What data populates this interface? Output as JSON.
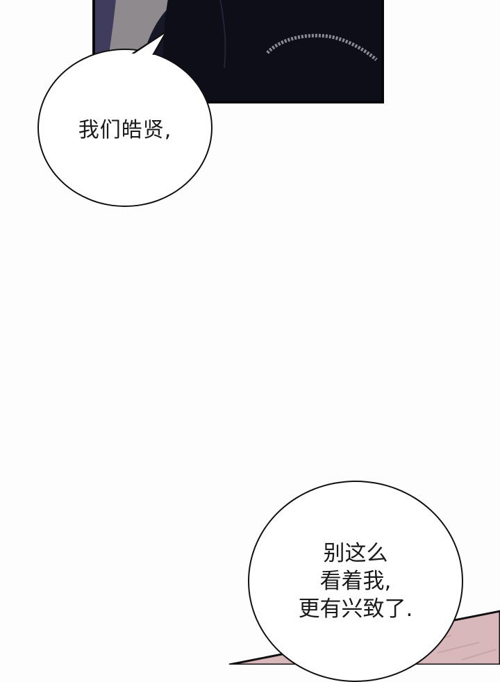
{
  "page": {
    "background": "#fdfdfd"
  },
  "top_panel": {
    "colors": {
      "dark": "#141625",
      "grey": "#8e8a8d",
      "purple": "#3f3c5e",
      "border": "#070709"
    }
  },
  "bubble_1": {
    "text": "我们皓贤,"
  },
  "bubble_2": {
    "lines": [
      "别这么",
      "看着我,",
      "更有兴致了."
    ]
  },
  "bottom_panel": {
    "colors": {
      "pink": "#d8b8bb",
      "border": "#111111"
    }
  }
}
